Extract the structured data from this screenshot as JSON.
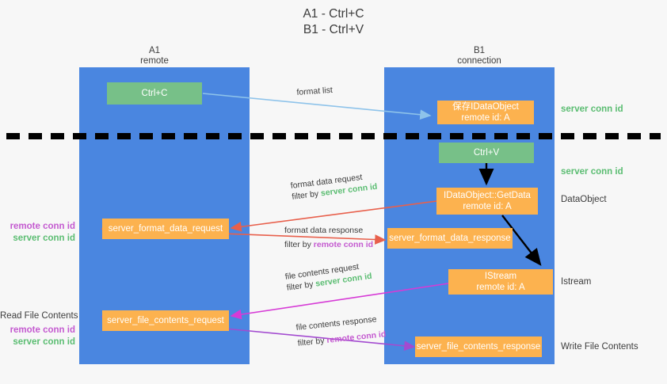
{
  "title": {
    "line1": "A1 - Ctrl+C",
    "line2": "B1 - Ctrl+V"
  },
  "lanes": [
    {
      "id": "a1",
      "name": "A1",
      "sub": "remote"
    },
    {
      "id": "b1",
      "name": "B1",
      "sub": "connection"
    }
  ],
  "colors": {
    "lane": "#4a86e0",
    "green_box": "#77c088",
    "orange_box": "#fcb24f",
    "green_text": "#5bbd72",
    "pink_text": "#c45ad0",
    "arrow_blue": "#8ec3ea",
    "arrow_red": "#e8604c",
    "arrow_magenta": "#d63bd6",
    "arrow_purple": "#a34bd0",
    "arrow_black": "#000000",
    "background": "#f7f7f7"
  },
  "nodes": {
    "ctrl_c": {
      "label": "Ctrl+C"
    },
    "save_idataobject": {
      "line1": "保存IDataObject",
      "line2": "remote id: A"
    },
    "ctrl_v": {
      "label": "Ctrl+V"
    },
    "getdata": {
      "line1": "IDataObject::GetData",
      "line2": "remote id: A"
    },
    "istream": {
      "line1": "IStream",
      "line2": "remote id: A"
    },
    "format_data_request": {
      "label": "server_format_data_request"
    },
    "format_data_response": {
      "label": "server_format_data_response"
    },
    "file_contents_request": {
      "label": "server_file_contents_request"
    },
    "file_contents_response": {
      "label": "server_file_contents_response"
    }
  },
  "edges": {
    "format_list": {
      "label": "format list"
    },
    "format_data_request": {
      "line1": "format data request",
      "filter_prefix": "filter by ",
      "filter_value": "server conn id"
    },
    "format_data_response": {
      "line1": "format data response",
      "filter_prefix": "filter by ",
      "filter_value": "remote conn id"
    },
    "file_contents_request": {
      "line1": "file contents request",
      "filter_prefix": "filter by ",
      "filter_value": "server conn id"
    },
    "file_contents_response": {
      "line1": "file contents response",
      "filter_prefix": "filter by ",
      "filter_value": "remote conn id"
    }
  },
  "side_labels": {
    "right_server_conn_id_top": "server conn id",
    "right_server_conn_id_mid": "server conn id",
    "right_dataobject": "DataObject",
    "right_istream": "Istream",
    "right_write_file_contents": "Write File Contents",
    "left_remote_conn_id_1": "remote conn id",
    "left_server_conn_id_1": "server conn id",
    "left_read_file_contents": "Read File Contents",
    "left_remote_conn_id_2": "remote conn id",
    "left_server_conn_id_2": "server conn id"
  }
}
